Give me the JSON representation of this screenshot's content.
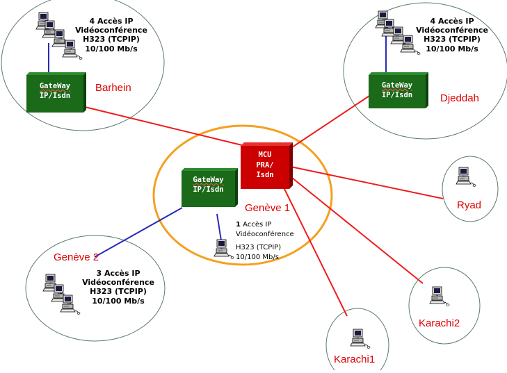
{
  "sites": {
    "barhein": {
      "label": "Barhein",
      "desc": [
        "4 Accès IP",
        "Vidéoconférence",
        "H323 (TCPIP)",
        "10/100 Mb/s"
      ]
    },
    "djeddah": {
      "label": "Djeddah",
      "desc": [
        "4 Accès IP",
        "Vidéoconférence",
        "H323 (TCPIP)",
        "10/100 Mb/s"
      ]
    },
    "geneve1": {
      "label": "Genève 1",
      "desc_count": "1",
      "desc_rest": "Accès IP",
      "desc": [
        "Vidéoconférence",
        "H323 (TCPIP)",
        "10/100 Mb/s"
      ]
    },
    "geneve2": {
      "label": "Genève 2",
      "desc": [
        "3 Accès IP",
        "Vidéoconférence",
        "H323 (TCPIP)",
        "10/100 Mb/s"
      ]
    },
    "ryad": {
      "label": "Ryad"
    },
    "karachi1": {
      "label": "Karachi1"
    },
    "karachi2": {
      "label": "Karachi2"
    }
  },
  "devices": {
    "gateway": {
      "line1": "GateWay",
      "line2": "IP/Isdn"
    },
    "mcu": {
      "line1": "MCU",
      "line2": "PRA/",
      "line3": "Isdn"
    }
  },
  "colors": {
    "gateway_box": "#1a6a1a",
    "mcu_box": "#cc0000",
    "wan_link": "#ee1c1c",
    "lan_link": "#2a2ab8",
    "geneve1_ring": "#f5a020",
    "site_ellipse": "#5a7a6a"
  }
}
